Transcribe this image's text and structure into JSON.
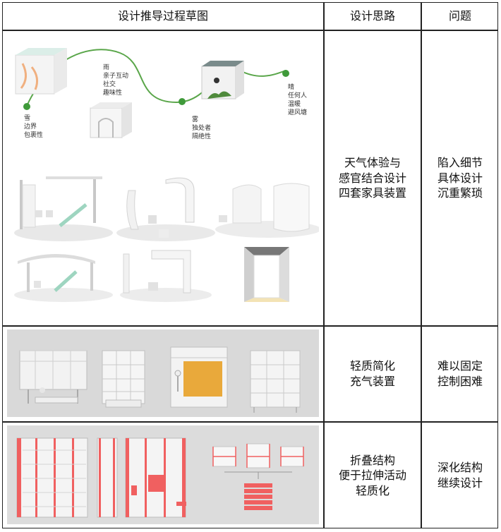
{
  "headers": {
    "sketch": "设计推导过程草图",
    "idea": "设计思路",
    "problem": "问题"
  },
  "rows": [
    {
      "idea": "天气体验与\n感官结合设计\n四套家具装置",
      "problem": "陷入细节\n具体设计\n沉重繁琐",
      "labels": {
        "rain": "雨",
        "rain_items": [
          "亲子互动",
          "社交",
          "趣味性"
        ],
        "snow": "雪",
        "snow_items": [
          "边界",
          "包裹性"
        ],
        "fog": "雾",
        "fog_items": [
          "独处者",
          "隔绝性"
        ],
        "sun": "晴",
        "sun_items": [
          "任何人",
          "温暖",
          "避风塘"
        ]
      }
    },
    {
      "idea": "轻质简化\n充气装置",
      "problem": "难以固定\n控制困难"
    },
    {
      "idea": "折叠结构\n便于拉伸活动\n轻质化",
      "problem": "深化结构\n继续设计"
    }
  ],
  "colors": {
    "border": "#222222",
    "path_green": "#5aa64a",
    "row2_bg": "#d9d9d9",
    "row3_bg": "#dcdcdc",
    "accent_red": "#f06060",
    "orange_panel": "#e9a93b"
  }
}
